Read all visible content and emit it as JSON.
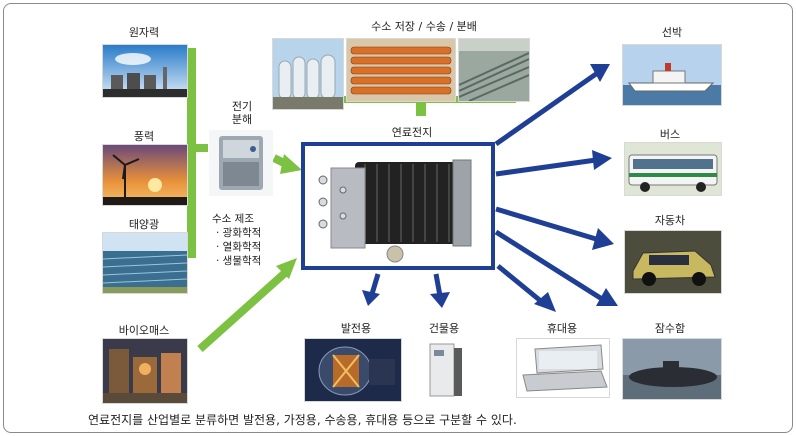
{
  "sources": {
    "nuclear": "원자력",
    "wind": "풍력",
    "solar": "태양광",
    "biomass": "바이오매스"
  },
  "electrolysis": [
    "전기",
    "분해"
  ],
  "storage_title": "수소 저장 / 수송 / 분배",
  "fuel_cell_title": "연료전지",
  "production": {
    "title": "수소 제조",
    "methods": [
      "· 광화학적",
      "· 열화학적",
      "· 생물학적"
    ]
  },
  "applications": {
    "ship": "선박",
    "bus": "버스",
    "car": "자동차",
    "submarine": "잠수함",
    "power_generation": "발전용",
    "building": "건물용",
    "portable": "휴대용"
  },
  "caption": "연료전지를 산업별로 분류하면 발전용, 가정용, 수송용, 휴대용 등으로 구분할 수 있다.",
  "colors": {
    "green_arrow": "#7cc142",
    "blue_arrow": "#1f3f95",
    "fuel_cell_border": "#1f3f95"
  },
  "icons": [
    "nuclear-plant-photo",
    "wind-turbine-photo",
    "solar-panel-photo",
    "biomass-plant-photo",
    "electrolyzer-photo",
    "storage-tanks-photo",
    "fuel-cell-stack-photo",
    "ship-photo",
    "bus-photo",
    "car-photo",
    "submarine-photo",
    "generator-photo",
    "building-unit-photo",
    "laptop-photo"
  ]
}
